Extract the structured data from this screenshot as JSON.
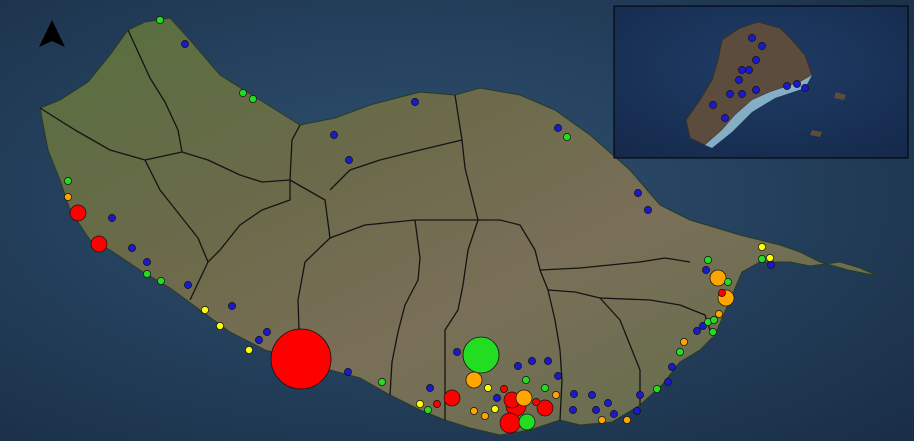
{
  "map": {
    "north_arrow_icon": "north-arrow-icon",
    "colors": {
      "sea_dark": "#1d3550",
      "sea_mid": "#2b4a6b",
      "land_green": "#4f6b3f",
      "land_brown": "#7a6a55",
      "border": "#1a1a1a",
      "frame": "#000000",
      "inset_land": "#5a4a3c",
      "inset_shore": "#9fd3e6"
    },
    "legend_colors": {
      "red": "#ff0000",
      "orange": "#ffa500",
      "yellow": "#ffff00",
      "green": "#22dd22",
      "blue": "#1a1acc"
    },
    "main_points": [
      {
        "lon": 160,
        "lat": 20,
        "c": "green",
        "s": 1
      },
      {
        "lon": 185,
        "lat": 44,
        "c": "blue",
        "s": 1
      },
      {
        "lon": 243,
        "lat": 93,
        "c": "green",
        "s": 1
      },
      {
        "lon": 253,
        "lat": 99,
        "c": "green",
        "s": 1
      },
      {
        "lon": 415,
        "lat": 102,
        "c": "blue",
        "s": 1
      },
      {
        "lon": 334,
        "lat": 135,
        "c": "blue",
        "s": 1
      },
      {
        "lon": 349,
        "lat": 160,
        "c": "blue",
        "s": 1
      },
      {
        "lon": 558,
        "lat": 128,
        "c": "blue",
        "s": 1
      },
      {
        "lon": 567,
        "lat": 137,
        "c": "green",
        "s": 1
      },
      {
        "lon": 638,
        "lat": 193,
        "c": "blue",
        "s": 1
      },
      {
        "lon": 648,
        "lat": 210,
        "c": "blue",
        "s": 1
      },
      {
        "lon": 68,
        "lat": 181,
        "c": "green",
        "s": 1
      },
      {
        "lon": 68,
        "lat": 197,
        "c": "orange",
        "s": 1
      },
      {
        "lon": 78,
        "lat": 213,
        "c": "red",
        "s": 2
      },
      {
        "lon": 112,
        "lat": 218,
        "c": "blue",
        "s": 1
      },
      {
        "lon": 99,
        "lat": 244,
        "c": "red",
        "s": 2
      },
      {
        "lon": 132,
        "lat": 248,
        "c": "blue",
        "s": 1
      },
      {
        "lon": 147,
        "lat": 262,
        "c": "blue",
        "s": 1
      },
      {
        "lon": 147,
        "lat": 274,
        "c": "green",
        "s": 1
      },
      {
        "lon": 161,
        "lat": 281,
        "c": "green",
        "s": 1
      },
      {
        "lon": 188,
        "lat": 285,
        "c": "blue",
        "s": 1
      },
      {
        "lon": 205,
        "lat": 310,
        "c": "yellow",
        "s": 1
      },
      {
        "lon": 232,
        "lat": 306,
        "c": "blue",
        "s": 1
      },
      {
        "lon": 220,
        "lat": 326,
        "c": "yellow",
        "s": 1
      },
      {
        "lon": 267,
        "lat": 332,
        "c": "blue",
        "s": 1
      },
      {
        "lon": 259,
        "lat": 340,
        "c": "blue",
        "s": 1
      },
      {
        "lon": 249,
        "lat": 350,
        "c": "yellow",
        "s": 1
      },
      {
        "lon": 301,
        "lat": 359,
        "c": "red",
        "s": 6
      },
      {
        "lon": 348,
        "lat": 372,
        "c": "blue",
        "s": 1
      },
      {
        "lon": 382,
        "lat": 382,
        "c": "green",
        "s": 1
      },
      {
        "lon": 481,
        "lat": 355,
        "c": "green",
        "s": 4
      },
      {
        "lon": 420,
        "lat": 404,
        "c": "yellow",
        "s": 1
      },
      {
        "lon": 428,
        "lat": 410,
        "c": "green",
        "s": 1
      },
      {
        "lon": 437,
        "lat": 404,
        "c": "red",
        "s": 1
      },
      {
        "lon": 452,
        "lat": 398,
        "c": "red",
        "s": 2
      },
      {
        "lon": 457,
        "lat": 352,
        "c": "blue",
        "s": 1
      },
      {
        "lon": 430,
        "lat": 388,
        "c": "blue",
        "s": 1
      },
      {
        "lon": 474,
        "lat": 380,
        "c": "orange",
        "s": 2
      },
      {
        "lon": 488,
        "lat": 388,
        "c": "yellow",
        "s": 1
      },
      {
        "lon": 474,
        "lat": 411,
        "c": "orange",
        "s": 1
      },
      {
        "lon": 485,
        "lat": 416,
        "c": "orange",
        "s": 1
      },
      {
        "lon": 495,
        "lat": 409,
        "c": "yellow",
        "s": 1
      },
      {
        "lon": 497,
        "lat": 398,
        "c": "blue",
        "s": 1
      },
      {
        "lon": 504,
        "lat": 389,
        "c": "red",
        "s": 1
      },
      {
        "lon": 512,
        "lat": 400,
        "c": "red",
        "s": 2
      },
      {
        "lon": 516,
        "lat": 406,
        "c": "red",
        "s": 3
      },
      {
        "lon": 524,
        "lat": 398,
        "c": "orange",
        "s": 2
      },
      {
        "lon": 527,
        "lat": 422,
        "c": "green",
        "s": 2
      },
      {
        "lon": 510,
        "lat": 423,
        "c": "red",
        "s": 3
      },
      {
        "lon": 536,
        "lat": 402,
        "c": "red",
        "s": 1
      },
      {
        "lon": 545,
        "lat": 408,
        "c": "red",
        "s": 2
      },
      {
        "lon": 545,
        "lat": 388,
        "c": "green",
        "s": 1
      },
      {
        "lon": 526,
        "lat": 380,
        "c": "green",
        "s": 1
      },
      {
        "lon": 518,
        "lat": 366,
        "c": "blue",
        "s": 1
      },
      {
        "lon": 532,
        "lat": 361,
        "c": "blue",
        "s": 1
      },
      {
        "lon": 548,
        "lat": 361,
        "c": "blue",
        "s": 1
      },
      {
        "lon": 558,
        "lat": 376,
        "c": "blue",
        "s": 1
      },
      {
        "lon": 556,
        "lat": 395,
        "c": "orange",
        "s": 1
      },
      {
        "lon": 574,
        "lat": 394,
        "c": "blue",
        "s": 1
      },
      {
        "lon": 573,
        "lat": 410,
        "c": "blue",
        "s": 1
      },
      {
        "lon": 592,
        "lat": 395,
        "c": "blue",
        "s": 1
      },
      {
        "lon": 596,
        "lat": 410,
        "c": "blue",
        "s": 1
      },
      {
        "lon": 608,
        "lat": 403,
        "c": "blue",
        "s": 1
      },
      {
        "lon": 602,
        "lat": 420,
        "c": "orange",
        "s": 1
      },
      {
        "lon": 614,
        "lat": 414,
        "c": "blue",
        "s": 1
      },
      {
        "lon": 627,
        "lat": 420,
        "c": "orange",
        "s": 1
      },
      {
        "lon": 637,
        "lat": 411,
        "c": "blue",
        "s": 1
      },
      {
        "lon": 640,
        "lat": 395,
        "c": "blue",
        "s": 1
      },
      {
        "lon": 657,
        "lat": 389,
        "c": "green",
        "s": 1
      },
      {
        "lon": 668,
        "lat": 382,
        "c": "blue",
        "s": 1
      },
      {
        "lon": 672,
        "lat": 367,
        "c": "blue",
        "s": 1
      },
      {
        "lon": 680,
        "lat": 352,
        "c": "green",
        "s": 1
      },
      {
        "lon": 684,
        "lat": 342,
        "c": "orange",
        "s": 1
      },
      {
        "lon": 697,
        "lat": 331,
        "c": "blue",
        "s": 1
      },
      {
        "lon": 703,
        "lat": 326,
        "c": "blue",
        "s": 1
      },
      {
        "lon": 708,
        "lat": 322,
        "c": "green",
        "s": 1
      },
      {
        "lon": 713,
        "lat": 332,
        "c": "green",
        "s": 1
      },
      {
        "lon": 714,
        "lat": 320,
        "c": "green",
        "s": 1
      },
      {
        "lon": 719,
        "lat": 314,
        "c": "orange",
        "s": 1
      },
      {
        "lon": 708,
        "lat": 260,
        "c": "green",
        "s": 1
      },
      {
        "lon": 706,
        "lat": 270,
        "c": "blue",
        "s": 1
      },
      {
        "lon": 718,
        "lat": 278,
        "c": "orange",
        "s": 2
      },
      {
        "lon": 728,
        "lat": 282,
        "c": "green",
        "s": 1
      },
      {
        "lon": 722,
        "lat": 293,
        "c": "red",
        "s": 1
      },
      {
        "lon": 726,
        "lat": 298,
        "c": "orange",
        "s": 2
      },
      {
        "lon": 762,
        "lat": 247,
        "c": "yellow",
        "s": 1
      },
      {
        "lon": 762,
        "lat": 259,
        "c": "green",
        "s": 1
      },
      {
        "lon": 770,
        "lat": 258,
        "c": "yellow",
        "s": 1
      },
      {
        "lon": 771,
        "lat": 265,
        "c": "blue",
        "s": 1
      }
    ],
    "inset_points": [
      {
        "lon": 752,
        "lat": 38,
        "c": "blue"
      },
      {
        "lon": 762,
        "lat": 46,
        "c": "blue"
      },
      {
        "lon": 756,
        "lat": 60,
        "c": "blue"
      },
      {
        "lon": 749,
        "lat": 70,
        "c": "blue"
      },
      {
        "lon": 742,
        "lat": 70,
        "c": "blue"
      },
      {
        "lon": 739,
        "lat": 80,
        "c": "blue"
      },
      {
        "lon": 730,
        "lat": 94,
        "c": "blue"
      },
      {
        "lon": 742,
        "lat": 94,
        "c": "blue"
      },
      {
        "lon": 756,
        "lat": 90,
        "c": "blue"
      },
      {
        "lon": 713,
        "lat": 105,
        "c": "blue"
      },
      {
        "lon": 725,
        "lat": 118,
        "c": "blue"
      },
      {
        "lon": 787,
        "lat": 86,
        "c": "blue"
      },
      {
        "lon": 797,
        "lat": 84,
        "c": "blue"
      },
      {
        "lon": 805,
        "lat": 88,
        "c": "blue"
      }
    ]
  }
}
